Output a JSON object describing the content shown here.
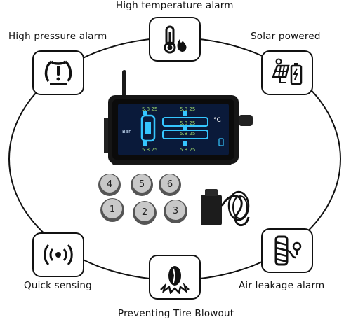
{
  "features": {
    "high_temperature": {
      "label": "High temperature alarm",
      "icon": "thermometer-flame-icon"
    },
    "high_pressure": {
      "label": "High pressure alarm",
      "icon": "tire-pressure-warning-icon"
    },
    "solar": {
      "label": "Solar powered",
      "icon": "solar-panel-battery-icon"
    },
    "quick_sensing": {
      "label": "Quick sensing",
      "icon": "wireless-signal-icon"
    },
    "blowout": {
      "label": "Preventing Tire Blowout",
      "icon": "tire-blowout-icon"
    },
    "air_leakage": {
      "label": "Air leakage alarm",
      "icon": "tire-leak-icon"
    }
  },
  "display": {
    "readings": [
      "5.8",
      "25",
      "5.8",
      "25",
      "5.8",
      "25",
      "5.8",
      "25",
      "5.8",
      "25",
      "5.8",
      "25"
    ],
    "unit_pressure": "Bar",
    "unit_temp": "°C"
  },
  "sensors": {
    "numbers": [
      "4",
      "5",
      "6",
      "1",
      "2",
      "3"
    ]
  },
  "colors": {
    "outline": "#111111",
    "display_bg": "#0a1a3a",
    "display_accent": "#35c6ff",
    "display_reading": "#9ad26b"
  }
}
